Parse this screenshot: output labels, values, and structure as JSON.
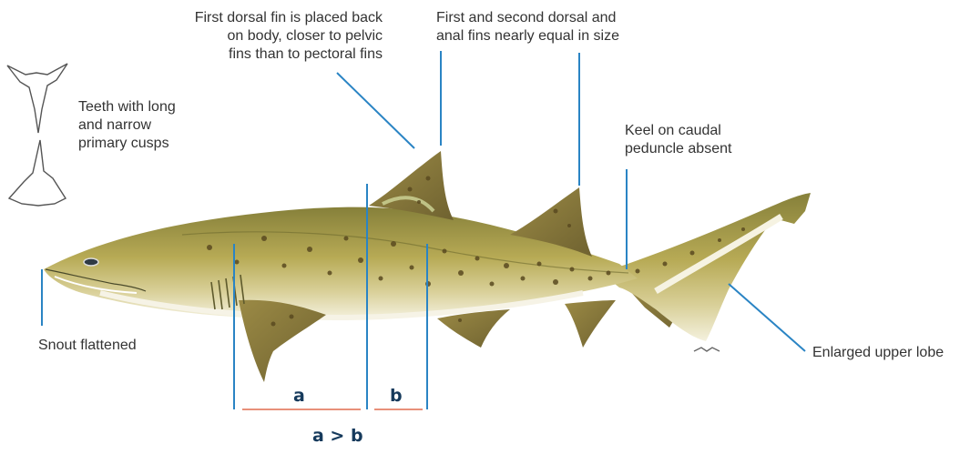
{
  "labels": {
    "dorsal_position": [
      "First dorsal fin is placed back",
      "on body, closer to pelvic",
      "fins than to pectoral fins"
    ],
    "fin_size": [
      "First and second dorsal and",
      "anal fins nearly equal in size"
    ],
    "teeth": [
      "Teeth with long",
      "and narrow",
      "primary cusps"
    ],
    "keel": [
      "Keel on caudal",
      "peduncle absent"
    ],
    "snout": "Snout flattened",
    "tail": "Enlarged upper lobe"
  },
  "measure": {
    "a": "a",
    "b": "b",
    "comparison": "a > b"
  },
  "colors": {
    "leader_line": "#2a84c4",
    "measure_bar": "#e8907a",
    "measure_text": "#163a5c",
    "text": "#333333",
    "body_top": "#8c8a3a",
    "body_belly": "#f4f1de",
    "fin": "#8a7a3c",
    "spots": "#5a4a20"
  }
}
